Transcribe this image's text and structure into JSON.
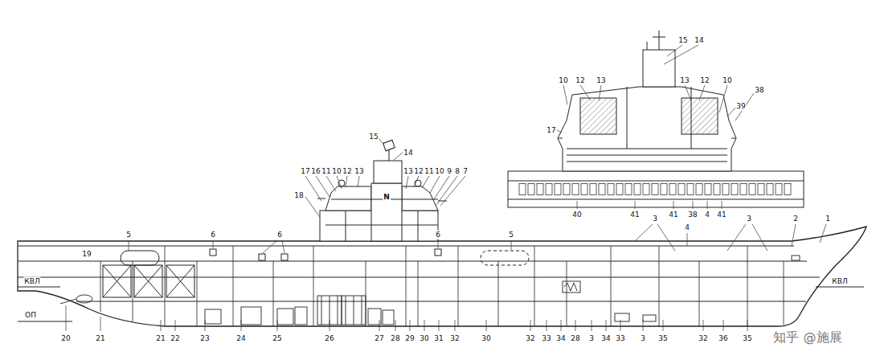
{
  "diagram": {
    "labels": [
      "17",
      "16",
      "11",
      "10",
      "12",
      "13",
      "15",
      "14",
      "13",
      "12",
      "11",
      "10",
      "9",
      "8",
      "7",
      "18",
      "N",
      "19",
      "5",
      "6",
      "6",
      "6",
      "5",
      "3",
      "4",
      "3",
      "2",
      "1",
      "КВЛ",
      "ОП",
      "КВЛ",
      "20",
      "21",
      "21",
      "22",
      "23",
      "24",
      "25",
      "26",
      "27",
      "28",
      "29",
      "30",
      "31",
      "32",
      "30",
      "32",
      "33",
      "34",
      "28",
      "3",
      "34",
      "33",
      "3",
      "35",
      "32",
      "36",
      "35",
      "15",
      "14",
      "10",
      "12",
      "13",
      "13",
      "12",
      "10",
      "38",
      "17",
      "39",
      "40",
      "41",
      "41",
      "38",
      "4",
      "41",
      "知乎 @施展"
    ]
  }
}
